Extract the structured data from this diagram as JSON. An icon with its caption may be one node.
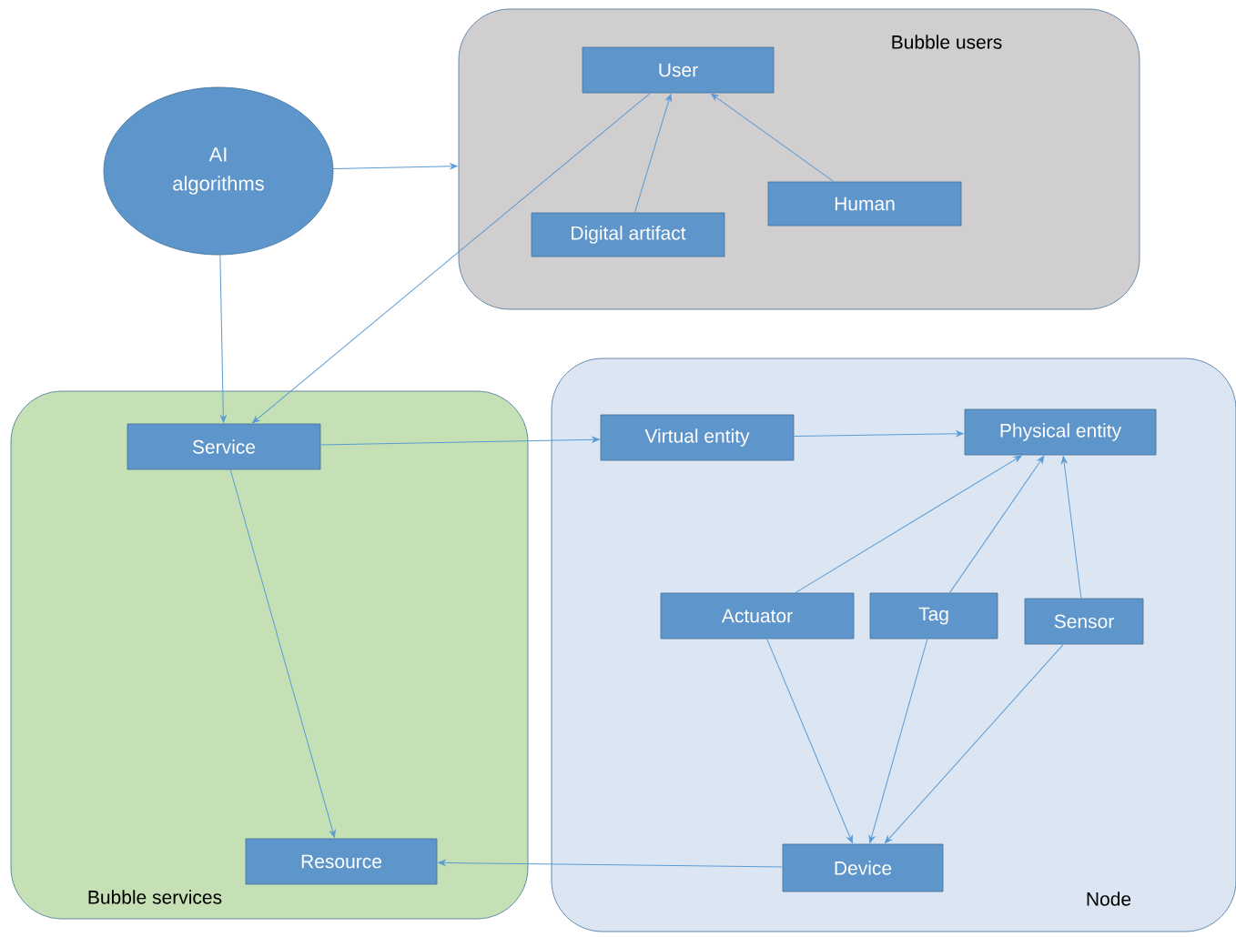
{
  "diagram": {
    "nodes": [
      {
        "text": [
          "Bubble users"
        ]
      },
      {
        "text": [
          "User"
        ],
        "in": 0
      },
      {
        "text": [
          "Digital artifact"
        ],
        "in": 0
      },
      {
        "text": [
          "Human"
        ],
        "in": 0
      },
      {
        "text": [
          "AI algorithms"
        ]
      },
      {
        "text": [
          "Bubble services"
        ]
      },
      {
        "text": [
          "Service"
        ],
        "in": 5
      },
      {
        "text": [
          "Resource"
        ],
        "in": 5
      },
      {
        "text": [
          "Node"
        ]
      },
      {
        "text": [
          "Virtual entity"
        ],
        "in": 8
      },
      {
        "text": [
          "Physical entity"
        ],
        "in": 8
      },
      {
        "text": [
          "Actuator"
        ],
        "in": 8
      },
      {
        "text": [
          "Tag"
        ],
        "in": 8
      },
      {
        "text": [
          "Sensor"
        ],
        "in": 8
      },
      {
        "text": [
          "Device"
        ],
        "in": 8
      }
    ],
    "edges": [
      {
        "from": 4,
        "to": 0,
        "arrow": "to"
      },
      {
        "from": 1,
        "to": 6,
        "arrow": "to"
      },
      {
        "from": 4,
        "to": 6,
        "arrow": "to"
      },
      {
        "from": 2,
        "to": 1,
        "arrow": "to"
      },
      {
        "from": 3,
        "to": 1,
        "arrow": "to"
      },
      {
        "from": 6,
        "to": 9,
        "arrow": "to"
      },
      {
        "from": 6,
        "to": 7,
        "arrow": "to"
      },
      {
        "from": 14,
        "to": 7,
        "arrow": "to"
      },
      {
        "from": 9,
        "to": 10,
        "arrow": "to"
      },
      {
        "from": 11,
        "to": 10,
        "arrow": "to"
      },
      {
        "from": 12,
        "to": 10,
        "arrow": "to"
      },
      {
        "from": 13,
        "to": 10,
        "arrow": "to"
      },
      {
        "from": 11,
        "to": 14,
        "arrow": "to"
      },
      {
        "from": 12,
        "to": 14,
        "arrow": "to"
      },
      {
        "from": 13,
        "to": 14,
        "arrow": "to"
      }
    ]
  }
}
